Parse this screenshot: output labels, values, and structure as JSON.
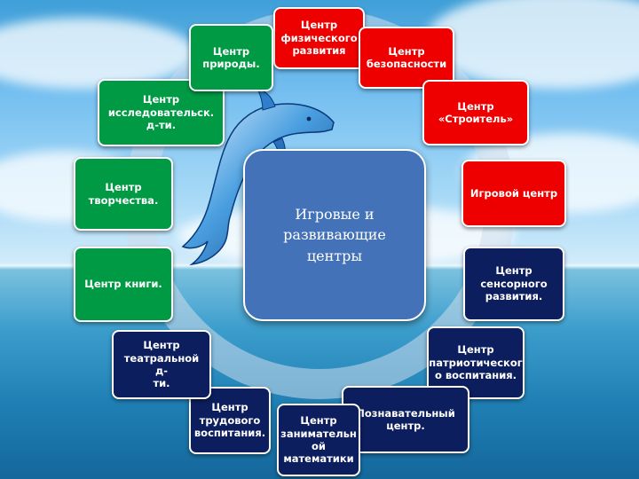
{
  "center": {
    "label": "Игровые и\nразвивающие\nцентры"
  },
  "centers": [
    {
      "id": "physical",
      "label": "Центр\nфизического\nразвития",
      "color": "red"
    },
    {
      "id": "safety",
      "label": "Центр\nбезопасности",
      "color": "red"
    },
    {
      "id": "builder",
      "label": "Центр\n«Строитель»",
      "color": "red"
    },
    {
      "id": "play",
      "label": "Игровой центр",
      "color": "red"
    },
    {
      "id": "sensory",
      "label": "Центр\nсенсорного\nразвития.",
      "color": "navy"
    },
    {
      "id": "patriotic",
      "label": "Центр\nпатриотическог\nо воспитания.",
      "color": "navy"
    },
    {
      "id": "cognitive",
      "label": "Познавательный\nцентр.",
      "color": "navy"
    },
    {
      "id": "math",
      "label": "Центр\nзанимательн\nой\nматематики",
      "color": "navy"
    },
    {
      "id": "labor",
      "label": "Центр\nтрудового\nвоспитания.",
      "color": "navy"
    },
    {
      "id": "theater",
      "label": "Центр\nтеатральной д-\nти.",
      "color": "navy"
    },
    {
      "id": "book",
      "label": "Центр книги.",
      "color": "green"
    },
    {
      "id": "creativity",
      "label": "Центр\nтворчества.",
      "color": "green"
    },
    {
      "id": "research",
      "label": "Центр\nисследовательск.\nд-ти.",
      "color": "green"
    },
    {
      "id": "nature",
      "label": "Центр\nприроды.",
      "color": "green"
    }
  ],
  "colors": {
    "red": "#ee0000",
    "green": "#009a44",
    "navy": "#0c1e5e",
    "center": "#4472b8"
  },
  "decor": {
    "icon": "dolphin-icon"
  }
}
